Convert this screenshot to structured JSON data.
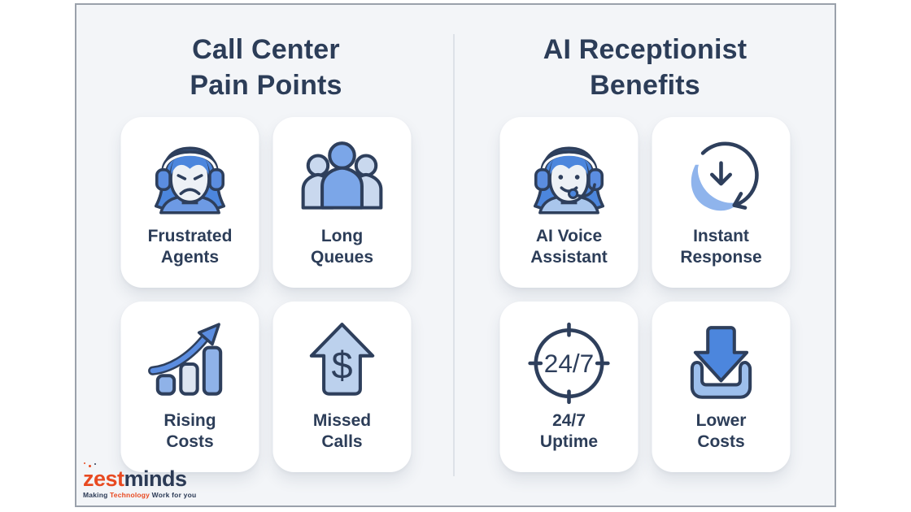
{
  "infographic": {
    "left": {
      "title_line1": "Call Center",
      "title_line2": "Pain Points",
      "cards": [
        {
          "icon": "frustrated-agent-icon",
          "line1": "Frustrated",
          "line2": "Agents"
        },
        {
          "icon": "long-queues-icon",
          "line1": "Long",
          "line2": "Queues"
        },
        {
          "icon": "rising-costs-icon",
          "line1": "Rising",
          "line2": "Costs"
        },
        {
          "icon": "missed-calls-icon",
          "line1": "Missed",
          "line2": "Calls",
          "icon_text": "$"
        }
      ]
    },
    "right": {
      "title_line1": "AI Receptionist",
      "title_line2": "Benefits",
      "cards": [
        {
          "icon": "ai-voice-assistant-icon",
          "line1": "AI Voice",
          "line2": "Assistant"
        },
        {
          "icon": "instant-response-icon",
          "line1": "Instant",
          "line2": "Response"
        },
        {
          "icon": "24-7-clock-icon",
          "line1": "24/7",
          "line2": "Uptime",
          "icon_text": "24/7"
        },
        {
          "icon": "lower-costs-icon",
          "line1": "Lower",
          "line2": "Costs"
        }
      ]
    }
  },
  "footer": {
    "logo_zest": "zest",
    "logo_minds": "minds",
    "tagline_prefix": "Making ",
    "tagline_highlight": "Technology",
    "tagline_suffix": " Work for you"
  },
  "colors": {
    "navy": "#2c3d58",
    "icon_outline": "#2e3f5c",
    "accent_blue": "#4c86dd",
    "medium_blue": "#6d9ae4",
    "light_blue": "#b7cdeb",
    "pale_blue": "#dde5f1",
    "panel_bg": "#f3f5f8",
    "card_bg": "#ffffff",
    "divider": "#dde2e8",
    "logo_orange": "#e84a21"
  }
}
